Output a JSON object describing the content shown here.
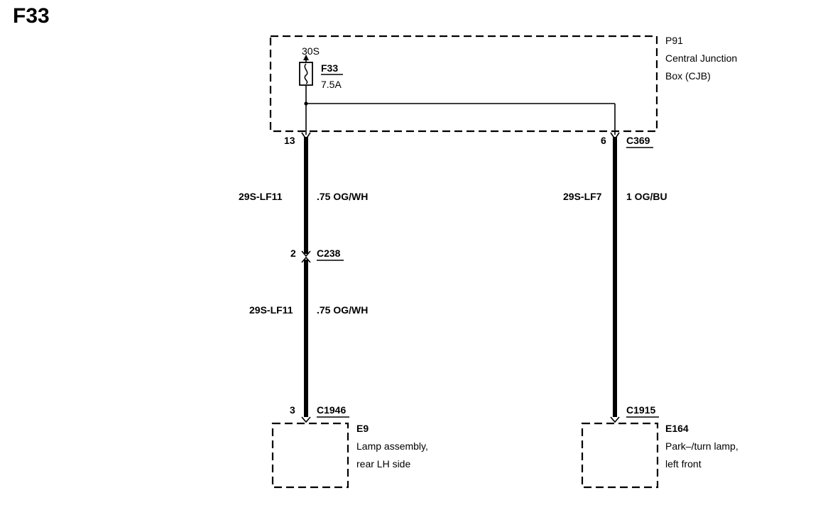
{
  "page_title": "F33",
  "junction_box": {
    "id": "P91",
    "name_line1": "Central Junction",
    "name_line2": "Box (CJB)",
    "supply": "30S",
    "fuse_id": "F33",
    "fuse_rating": "7.5A"
  },
  "left_branch": {
    "pin_top": "13",
    "wire_upper_circuit": "29S-LF11",
    "wire_upper_spec": ".75 OG/WH",
    "inline_pin": "2",
    "inline_connector": "C238",
    "wire_lower_circuit": "29S-LF11",
    "wire_lower_spec": ".75 OG/WH",
    "pin_bottom": "3",
    "component_connector": "C1946",
    "component_id": "E9",
    "component_name_line1": "Lamp assembly,",
    "component_name_line2": "rear LH side"
  },
  "right_branch": {
    "pin_top": "6",
    "top_connector": "C369",
    "wire_circuit": "29S-LF7",
    "wire_spec": "1 OG/BU",
    "component_connector": "C1915",
    "component_id": "E164",
    "component_name_line1": "Park–/turn lamp,",
    "component_name_line2": "left front"
  },
  "colors": {
    "line": "#000000",
    "background": "#ffffff"
  }
}
